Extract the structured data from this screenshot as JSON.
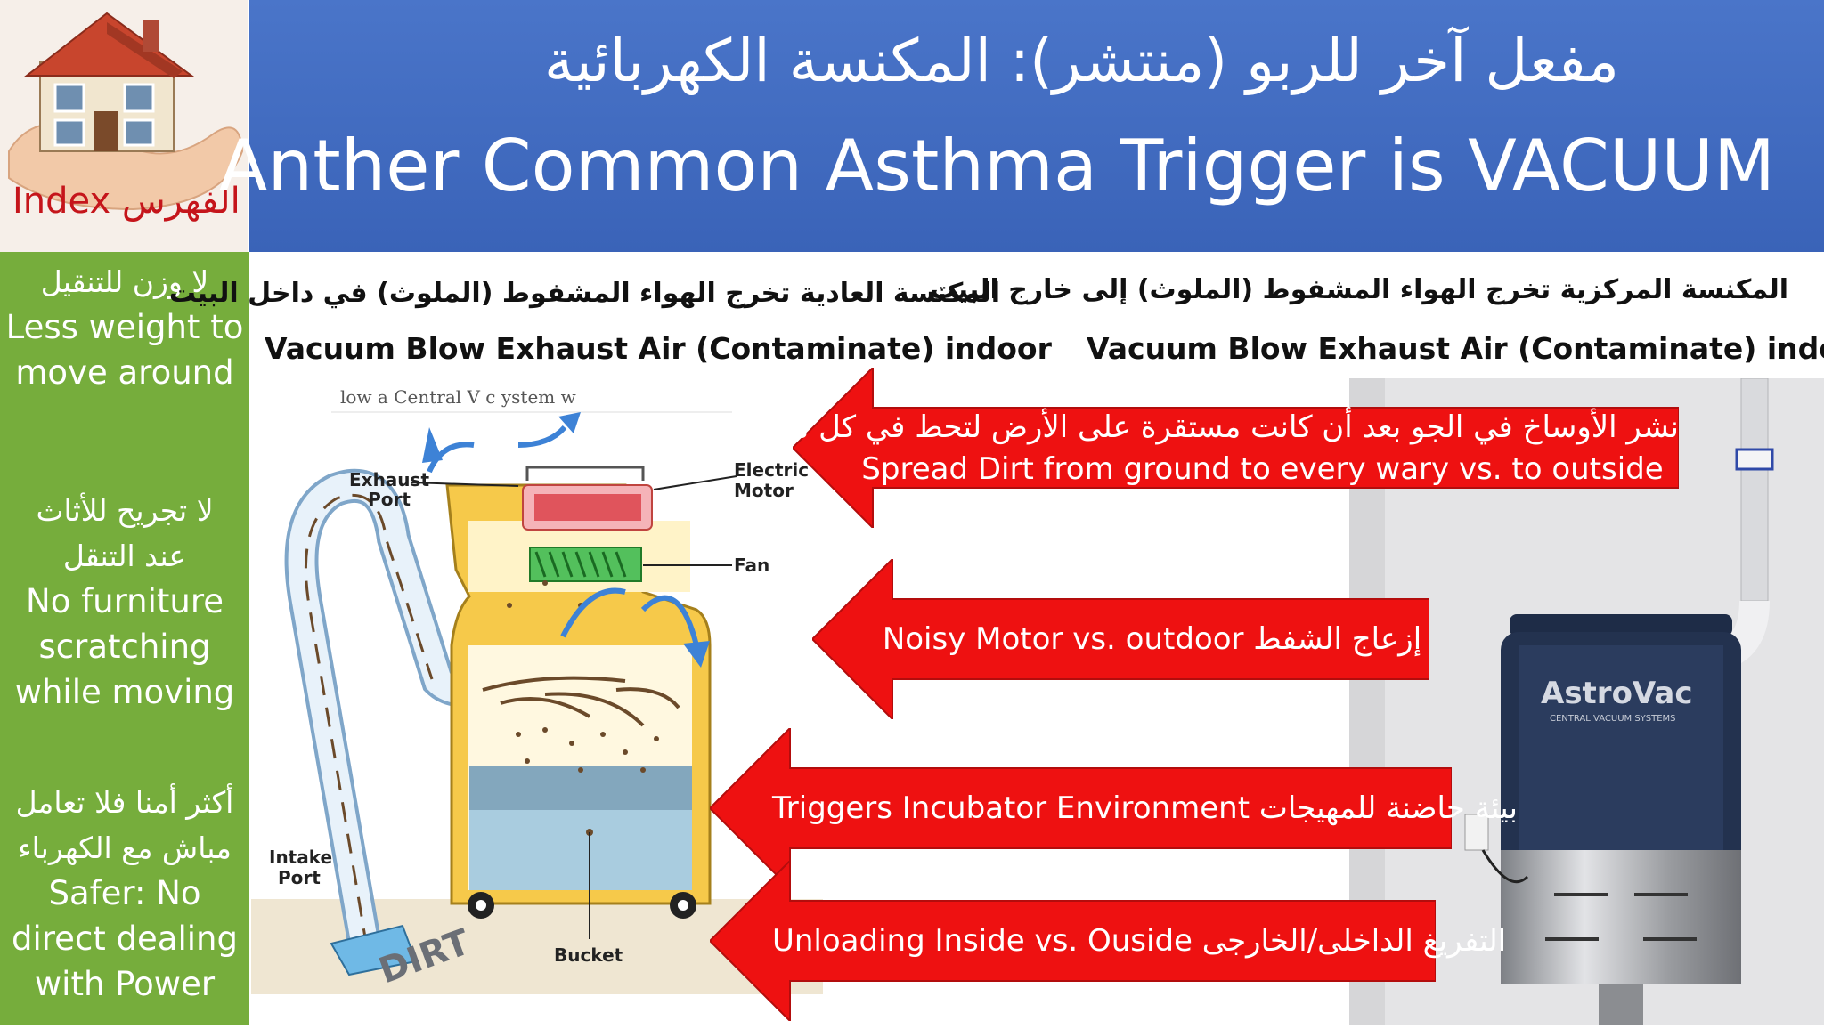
{
  "index": {
    "label": "Index الفهرس"
  },
  "title": {
    "arabic": "مفعل آخر للربو (منتشر): المكنسة الكهربائية",
    "english": "Anther Common Asthma Trigger is VACUUM"
  },
  "sidebar": {
    "features": [
      {
        "ar": "لا وزن للتنقيل",
        "en": [
          "Less weight to",
          "move around"
        ]
      },
      {
        "ar": [
          "لا تجريح للأثاث",
          "عند التنقل"
        ],
        "en": [
          "No furniture",
          "scratching",
          "while moving"
        ]
      },
      {
        "ar": [
          "أكثر أمنا فلا تعامل",
          "مباش مع الكهرباء"
        ],
        "en": [
          "Safer: No",
          "direct dealing",
          "with Power"
        ]
      }
    ]
  },
  "columns": {
    "left": {
      "ar": "المكنسة العادية تخرج الهواء المشفوط (الملوث) في داخل البيت",
      "en": "Vacuum Blow Exhaust Air (Contaminate) indoor"
    },
    "right": {
      "ar": "المكنسة المركزية تخرج الهواء المشفوط (الملوث) إلى خارج البيت",
      "en": "Vacuum Blow Exhaust Air (Contaminate) indoor"
    }
  },
  "diagram": {
    "caption": "low a Central V    c      ystem w",
    "labels": {
      "exhaust_port": [
        "Exhaust",
        "Port"
      ],
      "electric_motor": [
        "Electric",
        "Motor"
      ],
      "fan": "Fan",
      "intake_port": [
        "Intake",
        "Port"
      ],
      "bucket": "Bucket",
      "dirt": "DIRT"
    }
  },
  "photo": {
    "brand": "AstroVac",
    "subtitle": "CENTRAL VACUUM SYSTEMS"
  },
  "arrows": [
    {
      "line1": "نشر الأوساخ في الجو بعد أن كانت مستقرة على الأرض لتحط في كل مكان",
      "line2": "Spread Dirt from ground to every wary vs. to outside"
    },
    {
      "line1": "Noisy Motor vs. outdoor إزعاج الشفط"
    },
    {
      "line1": "Triggers Incubator Environment بيئة حاضنة للمهيجات"
    },
    {
      "line1": "Unloading Inside vs. Ouside التفريغ الداخلى/الخارجى"
    }
  ],
  "colors": {
    "header_blue": "#3f6cc0",
    "sidebar_green": "#76ad3c",
    "arrow_red": "#ee1111",
    "index_red": "#c5151b"
  }
}
